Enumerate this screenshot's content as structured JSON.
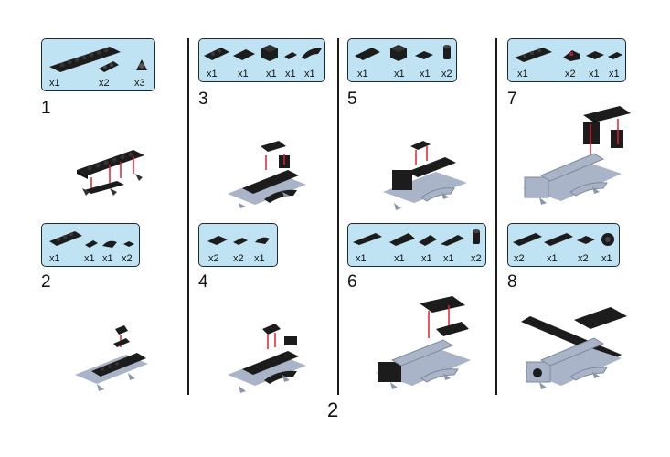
{
  "page_number": "2",
  "steps": [
    {
      "number": "1",
      "parts": [
        "x1",
        "x2",
        "x3"
      ]
    },
    {
      "number": "2",
      "parts": [
        "x1",
        "x1",
        "x1",
        "x2"
      ]
    },
    {
      "number": "3",
      "parts": [
        "x1",
        "x1",
        "x1",
        "x1",
        "x1"
      ]
    },
    {
      "number": "4",
      "parts": [
        "x2",
        "x2",
        "x1"
      ]
    },
    {
      "number": "5",
      "parts": [
        "x1",
        "x1",
        "x1",
        "x2"
      ]
    },
    {
      "number": "6",
      "parts": [
        "x1",
        "x1",
        "x1",
        "x1",
        "x2"
      ]
    },
    {
      "number": "7",
      "parts": [
        "x1",
        "x2",
        "x1",
        "x1"
      ]
    },
    {
      "number": "8",
      "parts": [
        "x2",
        "x1",
        "x2",
        "x1"
      ]
    }
  ],
  "colors": {
    "callout_bg": "#bfe3f3",
    "brick_black": "#1c1c1c",
    "brick_grey": "#a9b4c8",
    "arrow_red": "#e02030"
  }
}
